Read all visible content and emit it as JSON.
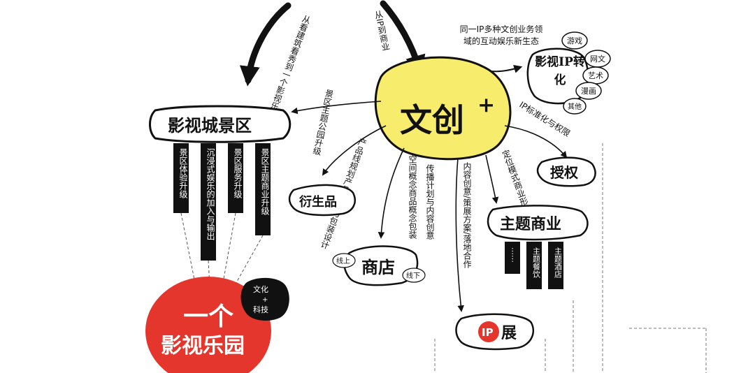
{
  "center": {
    "label": "文创",
    "plus": "+"
  },
  "arrows_in": {
    "left": "从看建筑看秀到一个影视乐园",
    "middle": "从IP到商业",
    "right": "同一IP多种文创业务领域的互动娱乐新生态"
  },
  "ip_conversion": {
    "title": "影视IP转化",
    "bubbles": [
      "游戏",
      "网文",
      "艺术",
      "漫画",
      "其他"
    ]
  },
  "film_park": {
    "title": "影视城景区",
    "pillars": [
      "景区体验升级",
      "沉浸式娱乐的加入与输出",
      "景区服务升级",
      "景区主题商业升级"
    ],
    "branch_label": "景区主题公园升级"
  },
  "derivatives": {
    "title": "衍生品",
    "branch_label": "产品线规划产品开发与包装设计"
  },
  "store": {
    "title": "商店",
    "online": "线上",
    "offline": "线下",
    "branch_label": "空间概念商品概念包装"
  },
  "ip_expo": {
    "title_ip": "IP",
    "title_rest": "展",
    "branch_label_1": "传播计划与内容创意",
    "branch_label_2": "内容创意/策展方案/落地合作"
  },
  "licensing": {
    "title": "授权",
    "branch_label": "IP标准化与权限"
  },
  "theme_business": {
    "title": "主题商业",
    "branch_label": "定位模式商业形象",
    "pillars": [
      "……",
      "主题餐饮",
      "主题酒店"
    ]
  },
  "park": {
    "line1": "一个",
    "line2": "影视乐园",
    "badge_top": "文化",
    "badge_plus": "+",
    "badge_bottom": "科技"
  },
  "colors": {
    "yellow": "#f7ec6c",
    "red": "#e4362c",
    "black": "#111111",
    "white": "#ffffff"
  }
}
